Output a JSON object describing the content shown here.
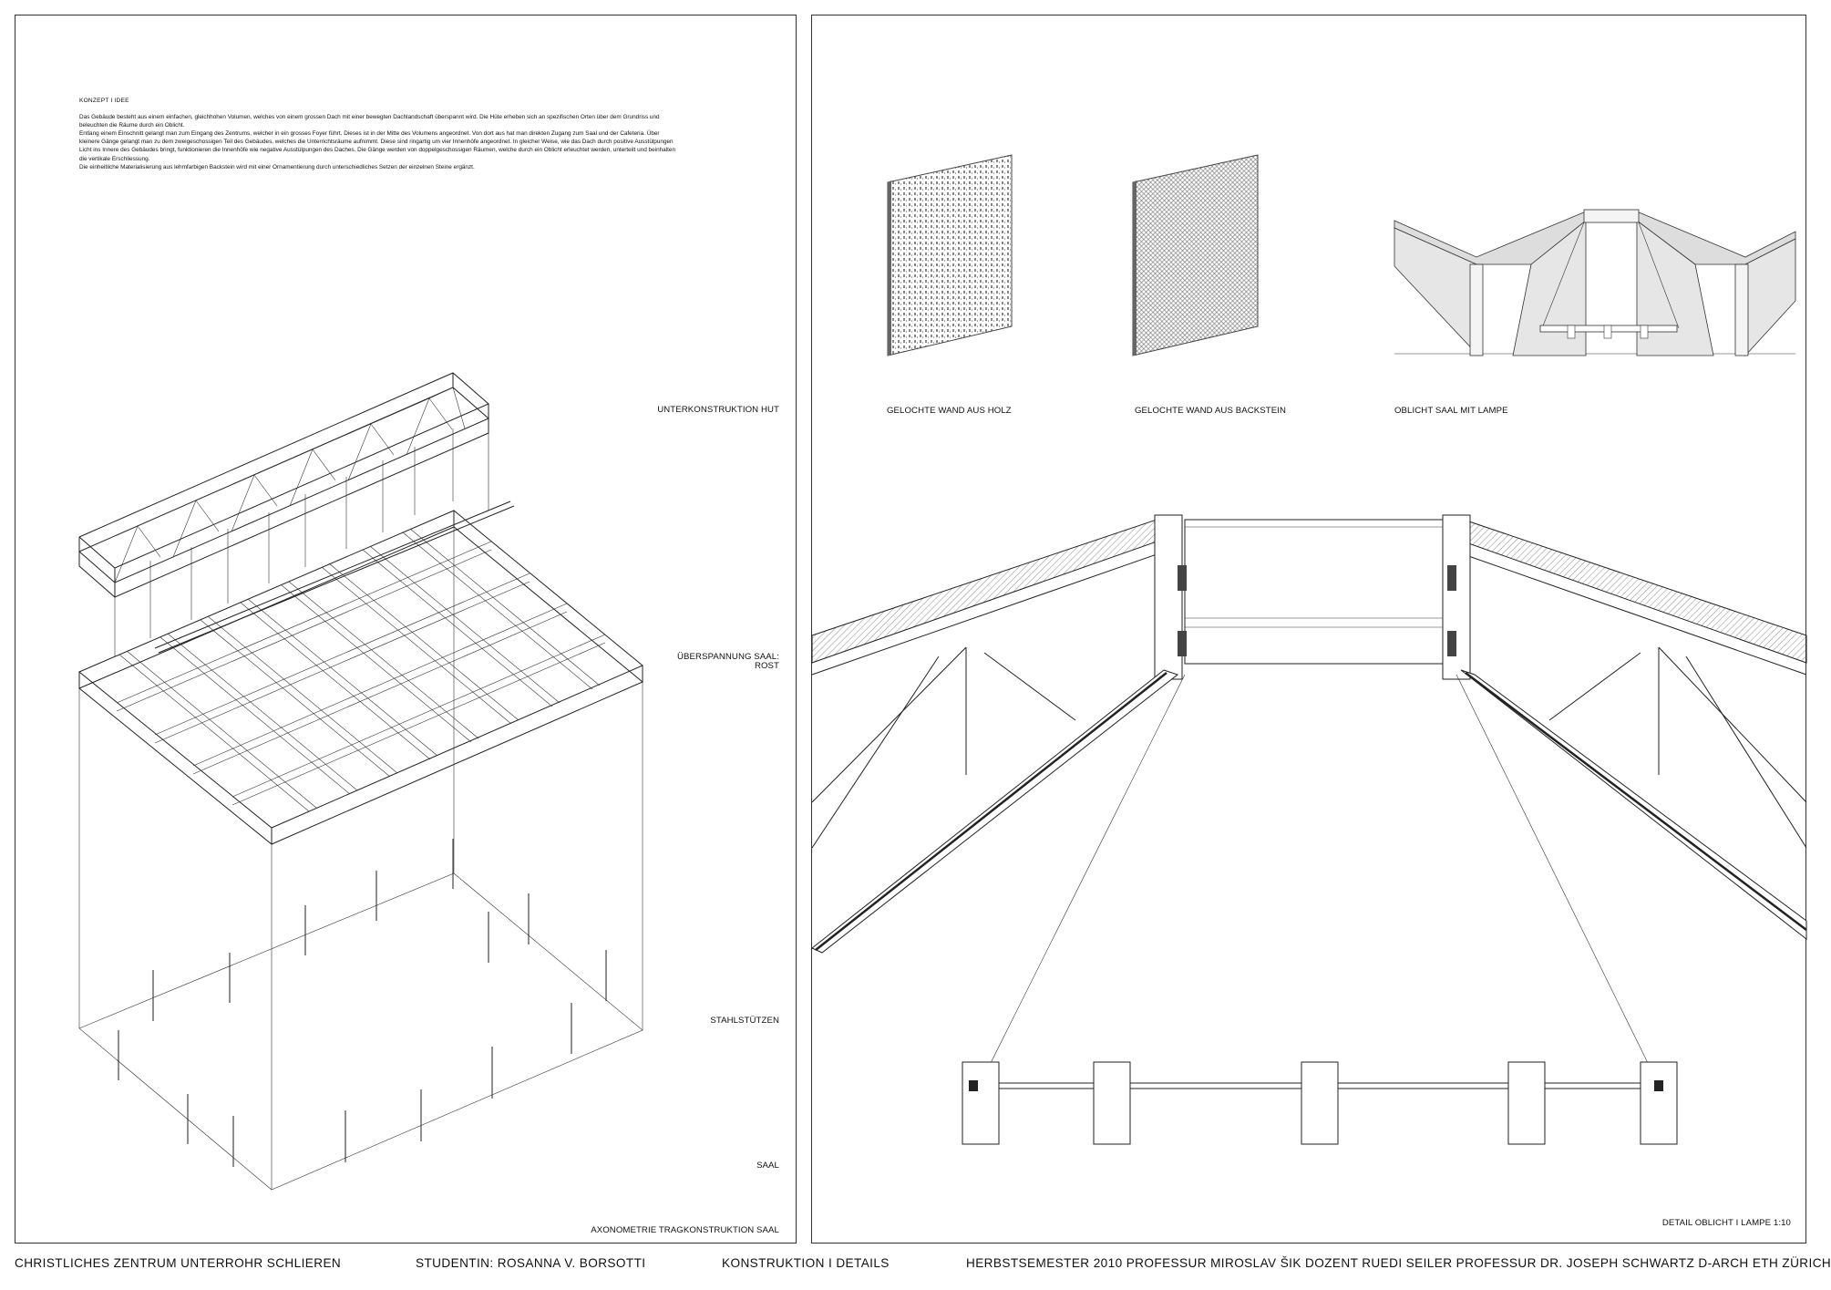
{
  "concept": {
    "title": "KONZEPT  I  IDEE",
    "paragraphs": [
      "Das Gebäude besteht aus einem einfachen, gleichhohen Volumen, welches von einem grossen Dach mit einer bewegten Dachlandschaft überspannt wird. Die Hüte erheben sich an spezifischen Orten über dem Grundriss und beleuchten die Räume durch ein Oblicht.",
      "Entlang einem Einschnitt gelangt man zum Eingang des Zentrums, welcher in ein grosses Foyer führt. Dieses ist in der Mitte des Volumens angeordnet. Von dort aus hat man direkten Zugang zum Saal und der Cafeteria. Über kleinere Gänge gelangt man zu dem zweigeschossigen Teil des Gebäudes, welches die Unterrichtsräume aufnimmt. Diese sind ringartig um vier Innenhöfe angeordnet. In gleicher Weise, wie das Dach durch positive Ausstülpungen Licht ins Innere des Gebäudes bringt,  funktionieren die Innenhöfe wie negative Ausstülpungen des Daches. Die Gänge werden von doppelgeschossigen Räumen, welche durch ein Oblicht erleuchtet werden, unterteilt und beinhalten die vertikale Erschliessung.",
      "Die einheitliche Materialisierung aus lehmfarbigen Backstein wird mit einer Ornamentierung durch unterschiedliches Setzen der einzelnen Steine ergänzt."
    ]
  },
  "left_panel": {
    "labels": {
      "unterkonstruktion": "UNTERKONSTRUKTION HUT",
      "ueberspannung_line1": "ÜBERSPANNUNG SAAL:",
      "ueberspannung_line2": "ROST",
      "stahlstuetzen": "STAHLSTÜTZEN",
      "saal": "SAAL",
      "caption": "AXONOMETRIE TRAGKONSTRUKTION SAAL"
    }
  },
  "right_panel": {
    "labels": {
      "holz": "GELOCHTE WAND AUS HOLZ",
      "backstein": "GELOCHTE WAND AUS BACKSTEIN",
      "oblicht": "OBLICHT SAAL MIT LAMPE",
      "detail": "DETAIL OBLICHT I LAMPE  1:10"
    }
  },
  "footer": {
    "project": "CHRISTLICHES  ZENTRUM  UNTERROHR  SCHLIEREN",
    "student": "STUDENTIN: ROSANNA V. BORSOTTI",
    "subject": "KONSTRUKTION  I  DETAILS",
    "credits": "HERBSTSEMESTER 2010   PROFESSUR MIROSLAV ŠIK   DOZENT RUEDI SEILER   PROFESSUR DR. JOSEPH SCHWARTZ   D-ARCH   ETH ZÜRICH"
  }
}
